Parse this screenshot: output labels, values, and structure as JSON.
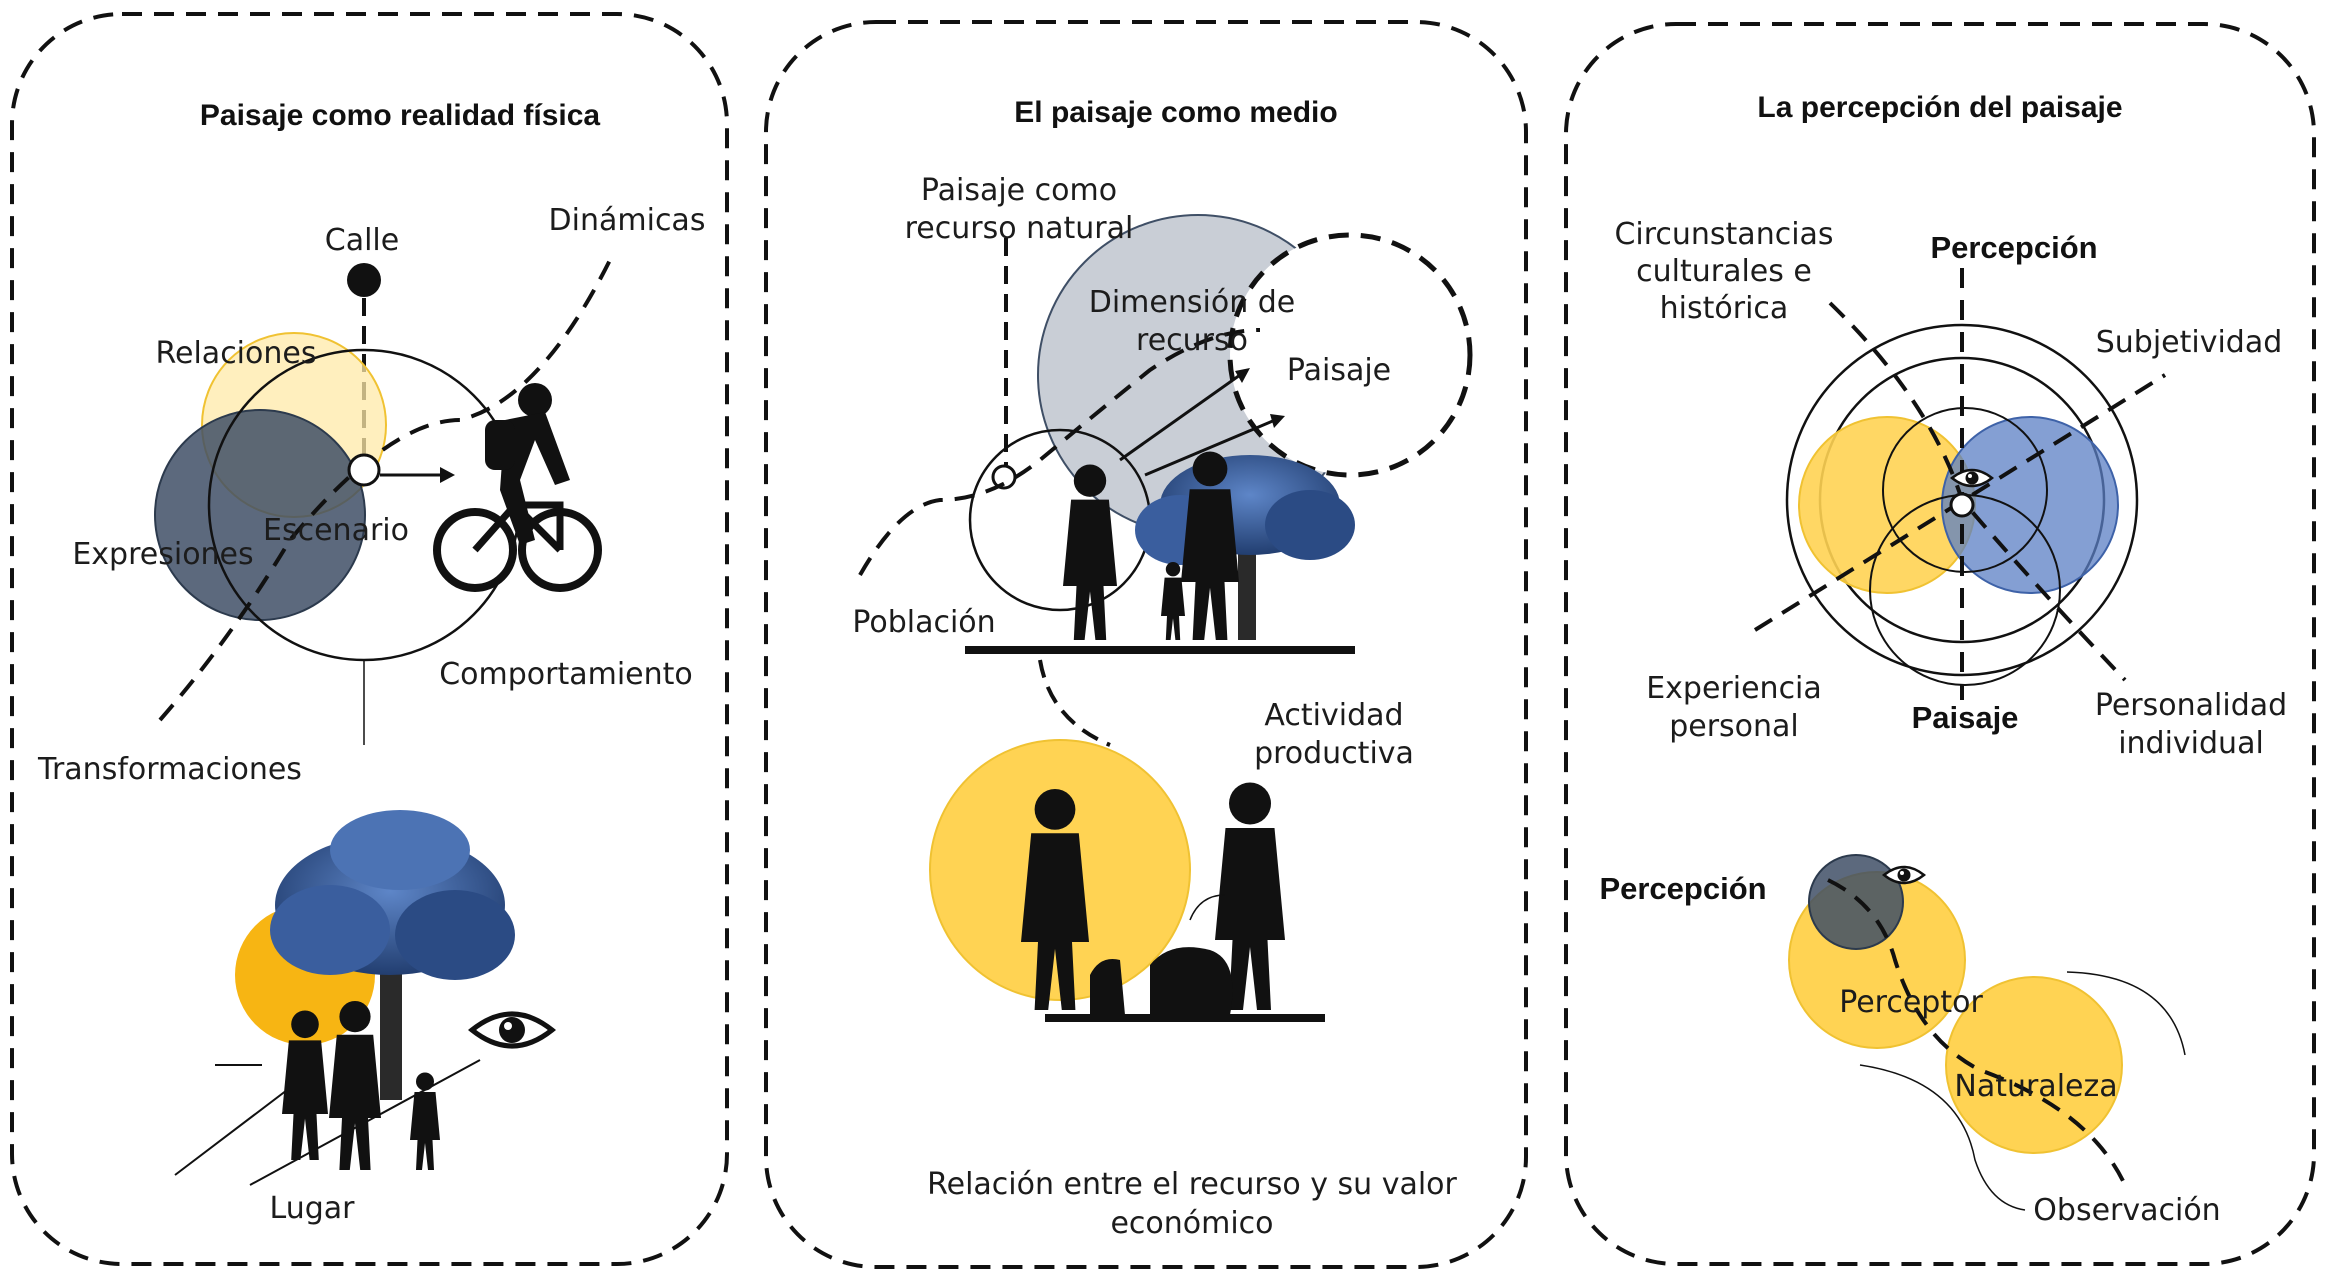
{
  "panels": [
    {
      "title": "Paisaje como realidad física",
      "labels": {
        "calle": "Calle",
        "dinamicas": "Dinámicas",
        "relaciones": "Relaciones",
        "escenario": "Escenario",
        "expresiones": "Expresiones",
        "comportamiento": "Comportamiento",
        "transformaciones": "Transformaciones",
        "lugar": "Lugar"
      }
    },
    {
      "title": "El paisaje como  medio",
      "labels": {
        "recurso_natural_1": "Paisaje como",
        "recurso_natural_2": "recurso natural",
        "dimension_1": "Dimensión de",
        "dimension_2": "recurso",
        "paisaje": "Paisaje",
        "poblacion": "Población",
        "actividad_1": "Actividad",
        "actividad_2": "productiva",
        "relacion_1": "Relación entre el recurso y su valor",
        "relacion_2": "económico"
      }
    },
    {
      "title": "La percepción del paisaje",
      "labels": {
        "circ_1": "Circunstancias",
        "circ_2": "culturales e",
        "circ_3": "histórica",
        "percepcion_top": "Percepción",
        "subjetividad": "Subjetividad",
        "experiencia_1": "Experiencia",
        "experiencia_2": "personal",
        "paisaje_bottom": "Paisaje",
        "personalidad_1": "Personalidad",
        "personalidad_2": "individual",
        "percepcion_left": "Percepción",
        "perceptor": "Perceptor",
        "naturaleza": "Naturaleza",
        "observacion": "Observación"
      }
    }
  ],
  "colors": {
    "yellow": "#FFC928",
    "slate": "#3F4F66",
    "blue": "#4A6FBF",
    "tree_blue": "#2D4E86",
    "grey_fill": "#C9CED6"
  }
}
